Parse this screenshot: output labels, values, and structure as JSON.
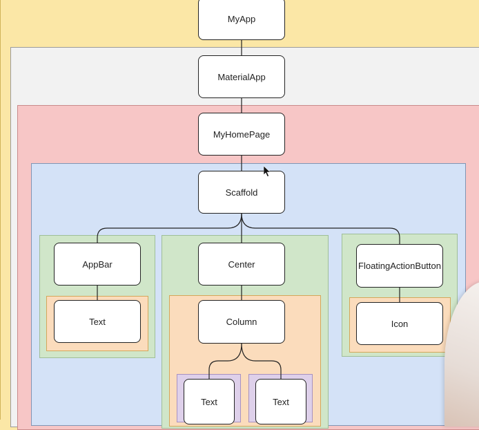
{
  "nodes": {
    "myapp": "MyApp",
    "materialapp": "MaterialApp",
    "myhomepage": "MyHomePage",
    "scaffold": "Scaffold",
    "appbar": "AppBar",
    "appbar_text": "Text",
    "center": "Center",
    "column": "Column",
    "column_text_1": "Text",
    "column_text_2": "Text",
    "fab": "FloatingActionButton",
    "icon": "Icon"
  }
}
